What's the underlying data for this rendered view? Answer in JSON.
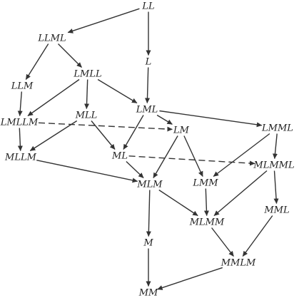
{
  "nodes": [
    {
      "id": "LL",
      "label": "LL"
    },
    {
      "id": "LLML",
      "label": "LLML"
    },
    {
      "id": "L",
      "label": "L"
    },
    {
      "id": "LLM",
      "label": "LLM"
    },
    {
      "id": "LMLL",
      "label": "LMLL"
    },
    {
      "id": "LML",
      "label": "LML"
    },
    {
      "id": "LMLLM",
      "label": "LMLLM"
    },
    {
      "id": "MLL",
      "label": "MLL"
    },
    {
      "id": "LM",
      "label": "LM"
    },
    {
      "id": "LMML",
      "label": "LMML"
    },
    {
      "id": "MLLM",
      "label": "MLLM"
    },
    {
      "id": "ML",
      "label": "ML"
    },
    {
      "id": "MLMML",
      "label": "MLMML"
    },
    {
      "id": "MLM",
      "label": "MLM"
    },
    {
      "id": "LMM",
      "label": "LMM"
    },
    {
      "id": "MML",
      "label": "MML"
    },
    {
      "id": "MLMM",
      "label": "MLMM"
    },
    {
      "id": "M",
      "label": "M"
    },
    {
      "id": "MMLM",
      "label": "MMLM"
    },
    {
      "id": "MM",
      "label": "MM"
    }
  ],
  "edges": [
    {
      "from": "LL",
      "to": "LLML",
      "style": "solid"
    },
    {
      "from": "LL",
      "to": "L",
      "style": "solid"
    },
    {
      "from": "LLML",
      "to": "LLM",
      "style": "solid"
    },
    {
      "from": "LLML",
      "to": "LMLL",
      "style": "solid"
    },
    {
      "from": "L",
      "to": "LML",
      "style": "solid"
    },
    {
      "from": "LLM",
      "to": "LMLLM",
      "style": "solid"
    },
    {
      "from": "LMLL",
      "to": "LMLLM",
      "style": "solid"
    },
    {
      "from": "LMLL",
      "to": "MLL",
      "style": "solid"
    },
    {
      "from": "LMLL",
      "to": "LML",
      "style": "solid"
    },
    {
      "from": "LML",
      "to": "LM",
      "style": "solid"
    },
    {
      "from": "LML",
      "to": "LMML",
      "style": "solid"
    },
    {
      "from": "LML",
      "to": "ML",
      "style": "solid"
    },
    {
      "from": "LMLLM",
      "to": "LM",
      "style": "dashed"
    },
    {
      "from": "LMLLM",
      "to": "MLLM",
      "style": "solid"
    },
    {
      "from": "MLL",
      "to": "MLLM",
      "style": "solid"
    },
    {
      "from": "MLL",
      "to": "ML",
      "style": "solid"
    },
    {
      "from": "LM",
      "to": "MLM",
      "style": "solid"
    },
    {
      "from": "LM",
      "to": "LMM",
      "style": "solid"
    },
    {
      "from": "LMML",
      "to": "LMM",
      "style": "solid"
    },
    {
      "from": "LMML",
      "to": "MLMML",
      "style": "solid"
    },
    {
      "from": "ML",
      "to": "MLMML",
      "style": "dashed"
    },
    {
      "from": "ML",
      "to": "MLM",
      "style": "solid"
    },
    {
      "from": "MLLM",
      "to": "MLM",
      "style": "solid"
    },
    {
      "from": "MLMML",
      "to": "MLMM",
      "style": "solid"
    },
    {
      "from": "MLMML",
      "to": "MML",
      "style": "solid"
    },
    {
      "from": "LMM",
      "to": "MLMM",
      "style": "solid"
    },
    {
      "from": "MLM",
      "to": "MLMM",
      "style": "solid"
    },
    {
      "from": "MLM",
      "to": "M",
      "style": "solid"
    },
    {
      "from": "MLMM",
      "to": "MMLM",
      "style": "solid"
    },
    {
      "from": "MML",
      "to": "MMLM",
      "style": "solid"
    },
    {
      "from": "M",
      "to": "MM",
      "style": "solid"
    },
    {
      "from": "MMLM",
      "to": "MM",
      "style": "solid"
    }
  ]
}
